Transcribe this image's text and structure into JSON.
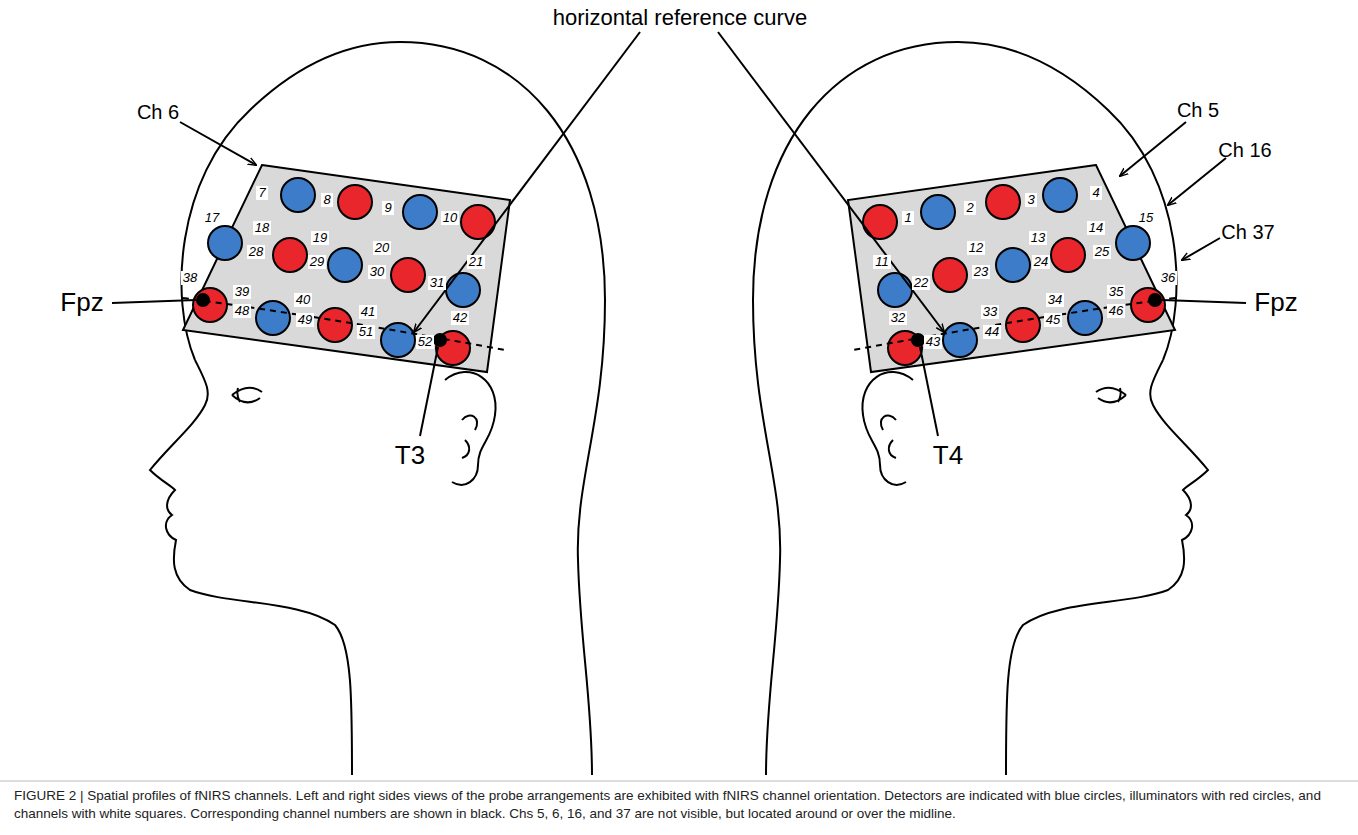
{
  "diagram": {
    "caption": "FIGURE 2 | Spatial profiles of fNIRS channels. Left and right sides views of the probe arrangements are exhibited with fNIRS channel orientation. Detectors are indicated with blue circles, illuminators with red circles, and channels with white squares. Corresponding channel numbers are shown in black. Chs 5, 6, 16, and 37 are not visible, but located around or over the midline.",
    "labels": [
      "horizontal reference curve",
      "Ch 6",
      "Fpz",
      "T3",
      "7",
      "8",
      "9",
      "10",
      "17",
      "18",
      "19",
      "20",
      "21",
      "28",
      "29",
      "30",
      "31",
      "38",
      "39",
      "40",
      "41",
      "42",
      "48",
      "49",
      "51",
      "52",
      "Ch 5",
      "Ch 16",
      "Ch 37",
      "Fpz",
      "T4",
      "1",
      "2",
      "3",
      "4",
      "11",
      "12",
      "13",
      "14",
      "15",
      "22",
      "23",
      "24",
      "25",
      "32",
      "33",
      "34",
      "35",
      "36",
      "43",
      "44",
      "45",
      "46"
    ]
  }
}
